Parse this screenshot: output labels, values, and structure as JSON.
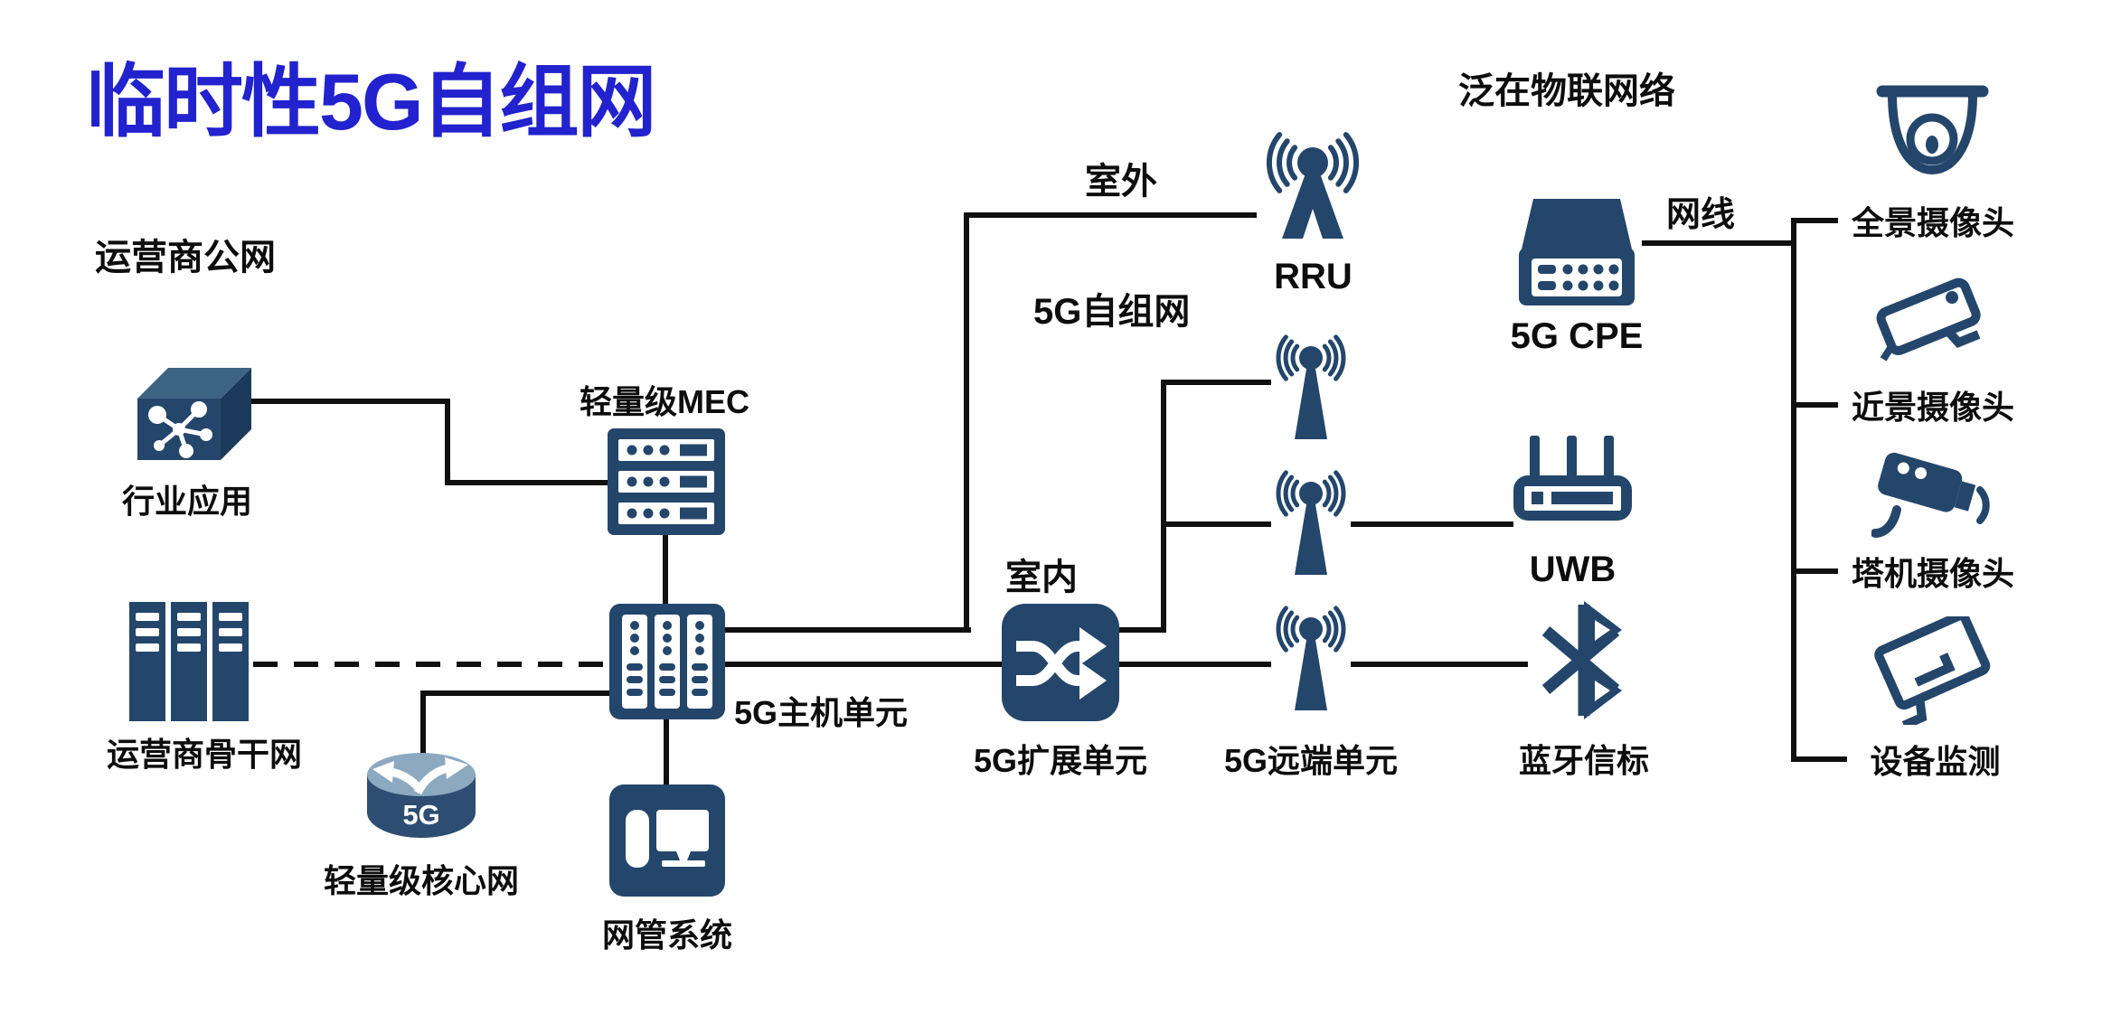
{
  "title": {
    "text": "临时性5G自组网"
  },
  "sections": {
    "operator_public_net": "运营商公网",
    "adhoc_5g_net": "5G自组网",
    "ubiquitous_iot_net": "泛在物联网络"
  },
  "zones": {
    "outdoor": "室外",
    "indoor": "室内"
  },
  "link_labels": {
    "ethernet": "网线"
  },
  "nodes": {
    "industry_app": {
      "label": "行业应用",
      "icon": "cube-network-icon"
    },
    "lightweight_mec": {
      "label": "轻量级MEC",
      "icon": "server-stack-icon"
    },
    "operator_backbone": {
      "label": "运营商骨干网",
      "icon": "server-towers-icon"
    },
    "lightweight_core": {
      "label": "轻量级核心网",
      "badge": "5G",
      "icon": "router-5g-icon"
    },
    "host_unit": {
      "label": "5G主机单元",
      "icon": "blade-server-icon"
    },
    "nms": {
      "label": "网管系统",
      "icon": "monitor-pc-icon"
    },
    "rru": {
      "label": "RRU",
      "icon": "rru-antenna-icon"
    },
    "extension_unit": {
      "label": "5G扩展单元",
      "icon": "shuffle-switch-icon"
    },
    "remote_unit": {
      "label": "5G远端单元",
      "icon": "antenna-icon"
    },
    "cpe": {
      "label": "5G CPE",
      "icon": "cpe-modem-icon"
    },
    "uwb": {
      "label": "UWB",
      "icon": "uwb-router-icon"
    },
    "bluetooth_beacon": {
      "label": "蓝牙信标",
      "icon": "bluetooth-icon"
    },
    "panorama_camera": {
      "label": "全景摄像头",
      "icon": "dome-camera-icon"
    },
    "close_camera": {
      "label": "近景摄像头",
      "icon": "cctv-camera-icon"
    },
    "tower_crane_camera": {
      "label": "塔机摄像头",
      "icon": "tower-camera-icon"
    },
    "device_monitoring": {
      "label": "设备监测",
      "icon": "tilted-monitor-icon"
    }
  },
  "colors": {
    "title": "#2222CE",
    "icon_navy": "#24466B",
    "line": "#101010",
    "text": "#111111"
  }
}
